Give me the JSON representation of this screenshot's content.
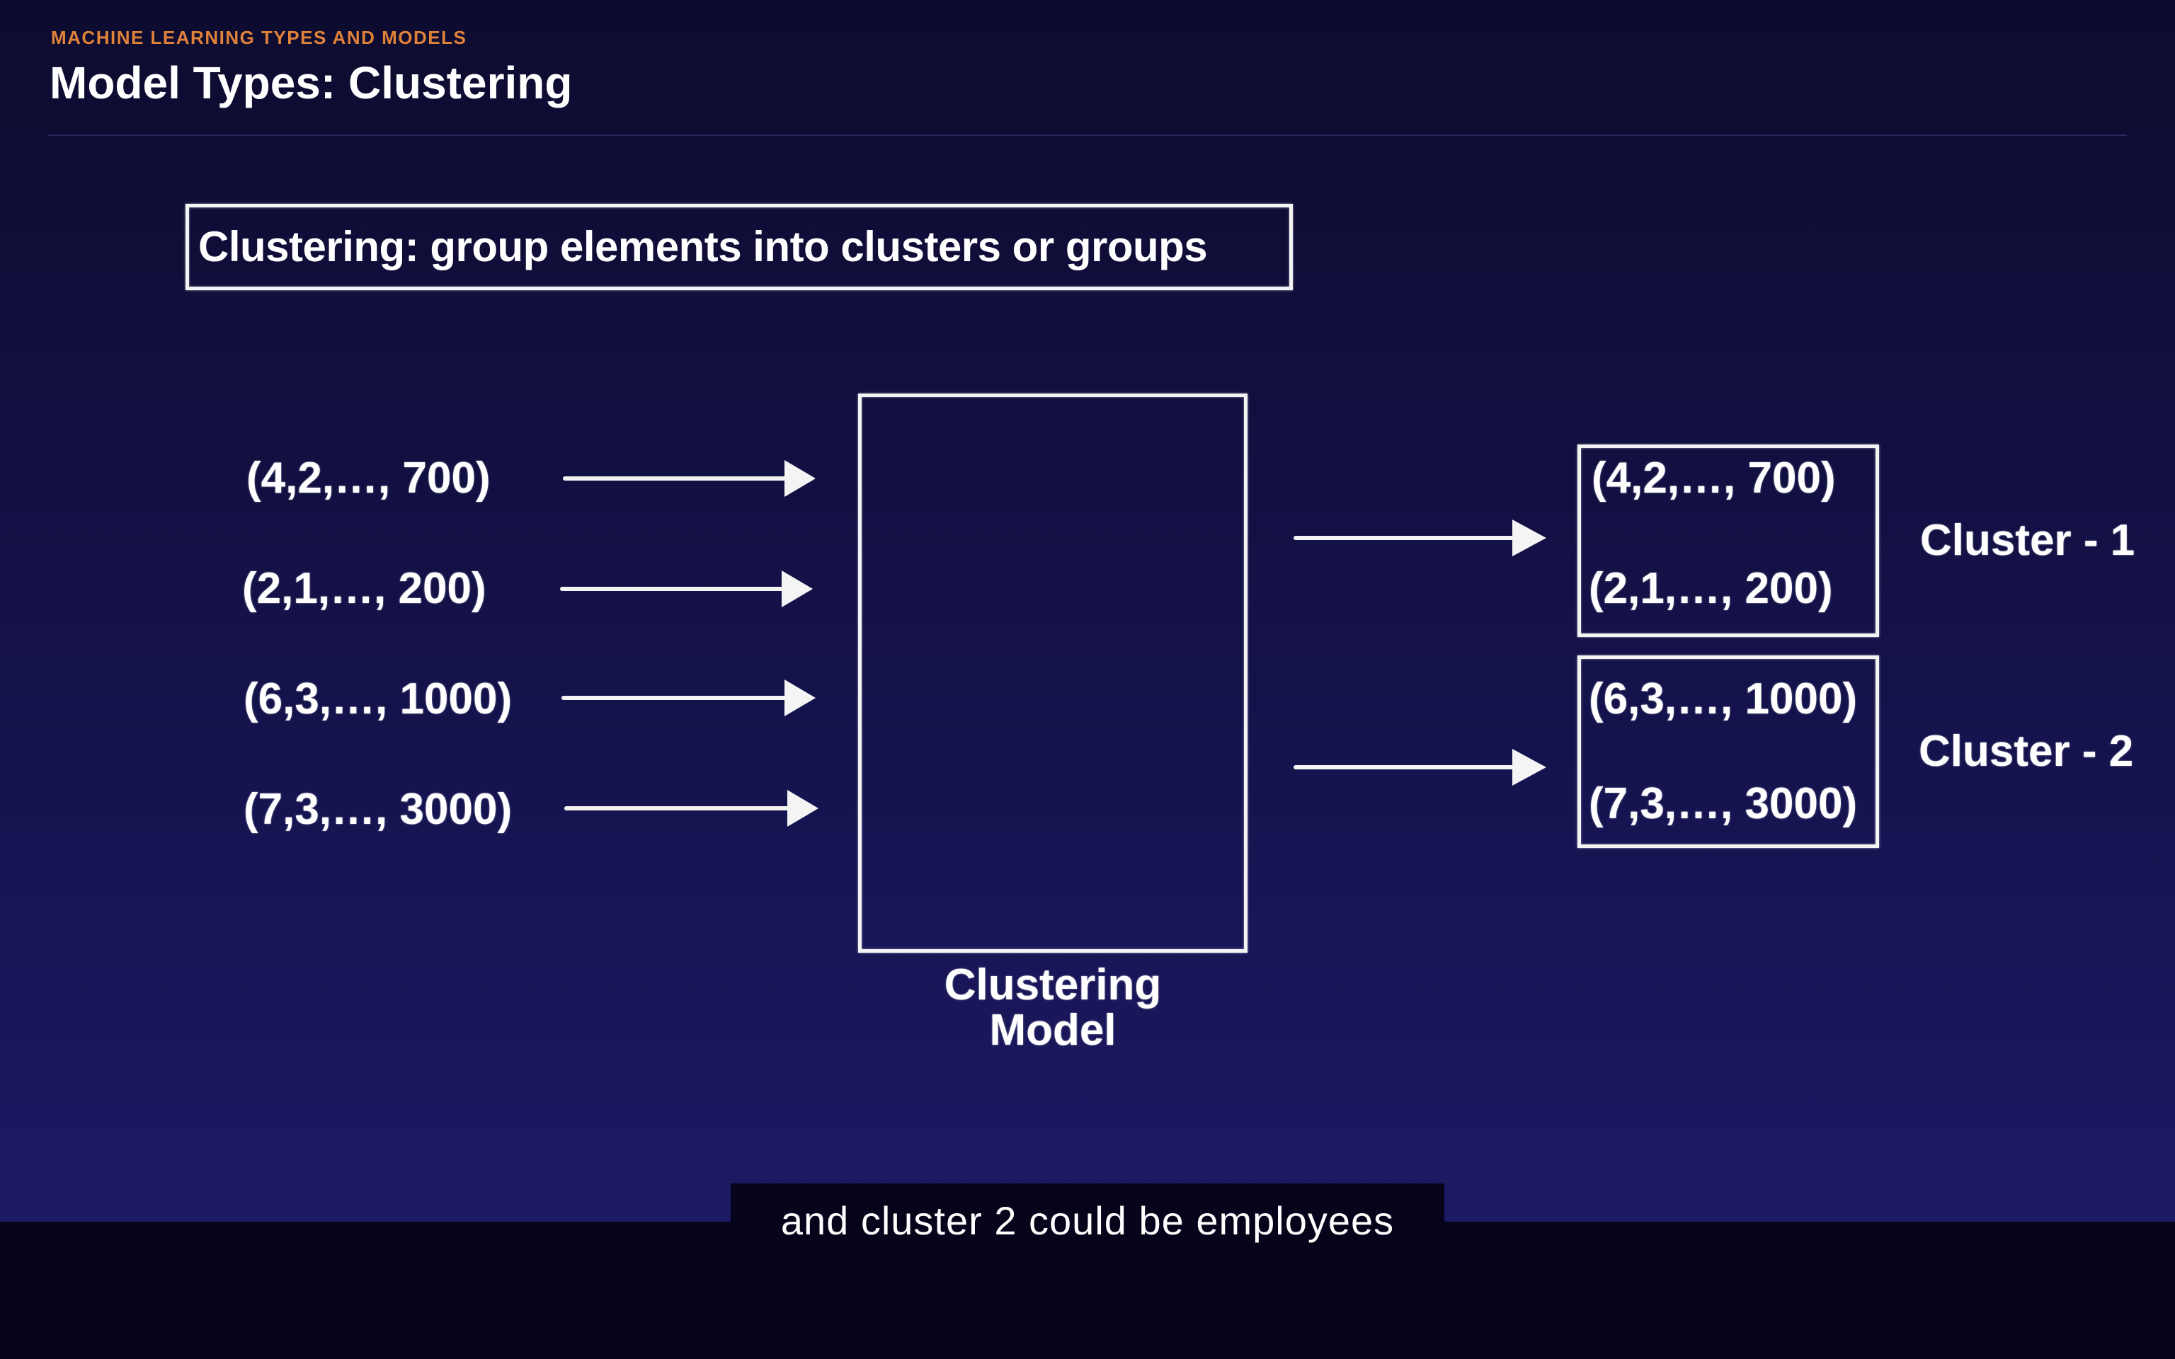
{
  "header": {
    "kicker": "MACHINE LEARNING TYPES AND MODELS",
    "title": "Model Types: Clustering"
  },
  "diagram": {
    "definition": "Clustering: group elements into clusters or groups",
    "inputs": [
      "(4,2,…, 700)",
      "(2,1,…, 200)",
      "(6,3,…, 1000)",
      "(7,3,…, 3000)"
    ],
    "model_label_line1": "Clustering",
    "model_label_line2": "Model",
    "clusters": [
      {
        "label": "Cluster - 1",
        "items": [
          "(4,2,…, 700)",
          "(2,1,…, 200)"
        ]
      },
      {
        "label": "Cluster - 2",
        "items": [
          "(6,3,…, 1000)",
          "(7,3,…, 3000)"
        ]
      }
    ],
    "chalk_color": "#f4f4f4"
  },
  "caption": "and cluster 2 could be employees"
}
